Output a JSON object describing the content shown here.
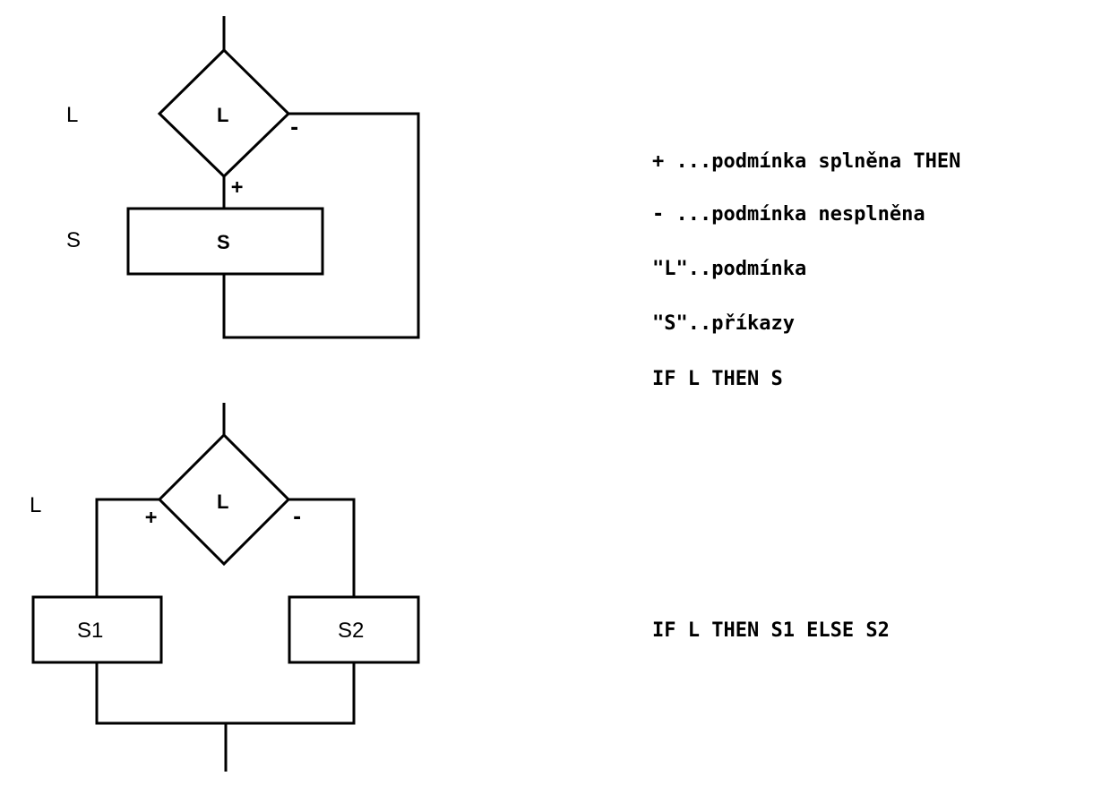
{
  "diagram_if_then": {
    "side_label_condition": "L",
    "side_label_statement": "S",
    "decision_label": "L",
    "statement_label": "S",
    "true_sign": "+",
    "false_sign": "-"
  },
  "diagram_if_then_else": {
    "side_label_condition": "L",
    "decision_label": "L",
    "true_sign": "+",
    "false_sign": "-",
    "statement1_label": "S1",
    "statement2_label": "S2"
  },
  "legend": [
    "+ ...podmínka splněna THEN",
    "- ...podmínka nesplněna",
    "\"L\"..podmínka",
    "\"S\"..příkazy",
    "IF L THEN S"
  ],
  "second_caption": "IF L THEN S1 ELSE S2"
}
